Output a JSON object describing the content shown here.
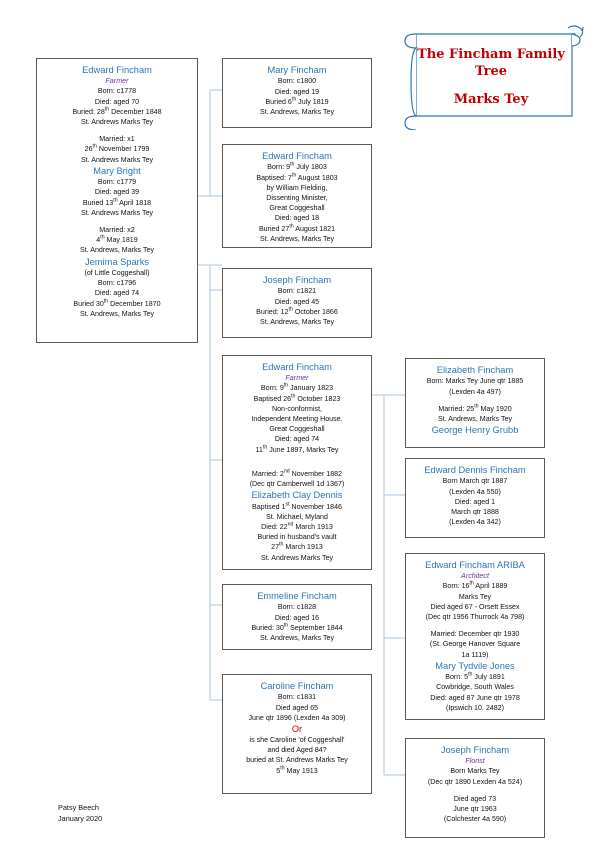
{
  "banner": {
    "line1": "The Fincham Family",
    "line2": "Tree",
    "line3": "Marks Tey",
    "color": "#C00000"
  },
  "theme": {
    "name_color": "#2E74B5",
    "occupation_color": "#7030A0",
    "accent_red": "#C00000",
    "box_border": "#595959",
    "connector": "#AFC6E0",
    "background": "#FFFFFF"
  },
  "credit": {
    "author": "Patsy Beech",
    "date": "January 2020"
  },
  "boxes": {
    "edward_fincham_1778": {
      "name": "Edward Fincham",
      "occupation": "Farmer",
      "lines": [
        "Born: c1778",
        "Died: aged 70",
        "Buried: 28th December 1848",
        "St. Andrews Marks Tey",
        "",
        "Married: x1",
        "26th November 1799",
        "St. Andrews Marks Tey"
      ],
      "spouse1": {
        "name": "Mary Bright",
        "lines": [
          "Born: c1779",
          "Died: aged 39",
          "Buried 13th April 1818",
          "St. Andrews Marks Tey",
          "",
          "Married: x2",
          "4th May 1819",
          "St. Andrews, Marks Tey"
        ]
      },
      "spouse2": {
        "name": "Jemima Sparks",
        "lines": [
          "(of Little Coggeshall)",
          "Born: c1796",
          "Died: aged 74",
          "Buried 30th December 1870",
          "St. Andrews, Marks Tey"
        ]
      }
    },
    "mary_fincham_1800": {
      "name": "Mary Fincham",
      "lines": [
        "Born: c1800",
        "Died: aged 19",
        "Buried 6th July 1819",
        "St. Andrews, Marks Tey"
      ]
    },
    "edward_fincham_1803": {
      "name": "Edward Fincham",
      "lines": [
        "Born: 9th July 1803",
        "Baptised: 7th August 1803",
        "by William Fielding,",
        "Dissenting Minister,",
        "Great Coggeshall",
        "Died: aged 18",
        "Buried 27th August 1821",
        "St. Andrews, Marks Tey"
      ]
    },
    "joseph_fincham_1821": {
      "name": "Joseph Fincham",
      "lines": [
        "Born: c1821",
        "Died: aged 45",
        "Buried: 12th October 1866",
        "St. Andrews, Marks Tey"
      ]
    },
    "edward_fincham_1823": {
      "name": "Edward Fincham",
      "occupation": "Farmer",
      "lines": [
        "Born: 9th January 1823",
        "Baptised 26th October 1823",
        "Non-conformist,",
        "Independent Meeting House.",
        "Great Coggeshall",
        "Died: aged 74",
        "11th June 1897, Marks Tey",
        "",
        "Married: 2nd November 1882",
        "(Dec qtr Camberwell 1d 1367)"
      ],
      "spouse": {
        "name": "Elizabeth Clay Dennis",
        "lines": [
          "Baptised 1st November 1846",
          "St. Michael, Myland",
          "Died: 22nd March 1913",
          "Buried in husband's vault",
          "27th March 1913",
          "St. Andrews Marks Tey"
        ]
      }
    },
    "emmeline_fincham_1828": {
      "name": "Emmeline Fincham",
      "lines": [
        "Born: c1828",
        "Died: aged 16",
        "Buried: 30th September 1844",
        "St. Andrews, Marks Tey"
      ]
    },
    "caroline_fincham_1831": {
      "name": "Caroline Fincham",
      "lines": [
        "Born: c1831",
        "Died aged 65",
        "June qtr 1896 (Lexden 4a 309)"
      ],
      "alt_marker": "Or",
      "alt_lines": [
        "is she Caroline 'of Coggeshall'",
        "and died Aged 84?",
        "buried at St. Andrews Marks Tey",
        "5th May 1913"
      ]
    },
    "elizabeth_fincham_1885": {
      "name": "Elizabeth Fincham",
      "lines": [
        "Born: Marks Tey June qtr 1885",
        "(Lexden 4a 497)",
        "",
        "Married: 25th May 1920",
        "St. Andrews, Marks Tey"
      ],
      "spouse": {
        "name": "George Henry Grubb"
      }
    },
    "edward_dennis_fincham_1887": {
      "name": "Edward Dennis Fincham",
      "lines": [
        "Born March qtr 1887",
        "(Lexden 4a 550)",
        "Died: aged 1",
        "March qtr 1888",
        "(Lexden 4a 342)"
      ]
    },
    "edward_fincham_ariba_1889": {
      "name": "Edward Fincham ARIBA",
      "occupation": "Architect",
      "lines": [
        "Born: 16th April 1889",
        "Marks Tey",
        "Died aged 67 - Orsett Essex",
        "(Dec qtr 1956 Thurrock 4a 798)",
        "",
        "Married: December qtr 1930",
        "(St. George Hanover Square",
        "1a 1119)"
      ],
      "spouse": {
        "name": "Mary Tydvile Jones",
        "lines": [
          "Born: 5th July 1891",
          "Cowbridge, South Wales",
          "Died: aged 87 June qtr 1978",
          "(Ipswich 10. 2482)"
        ]
      }
    },
    "joseph_fincham_1890": {
      "name": "Joseph Fincham",
      "occupation": "Florist",
      "lines": [
        "Born Marks Tey",
        "(Dec qtr 1890 Lexden 4a 524)",
        "",
        "Died aged 73",
        "June qtr 1963",
        "(Colchester 4a 590)"
      ]
    }
  }
}
